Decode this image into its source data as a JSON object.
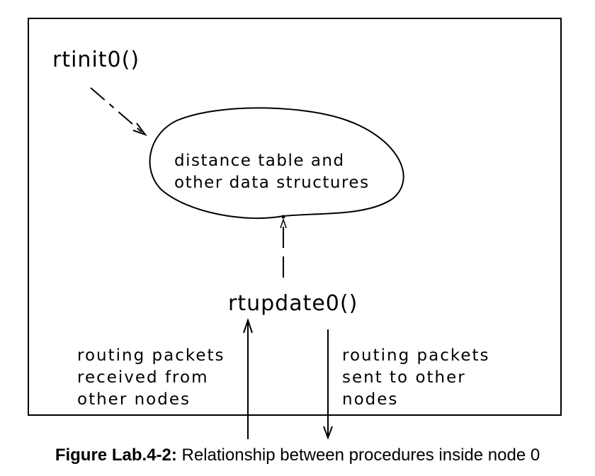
{
  "diagram": {
    "nodes": {
      "rtinit": {
        "label": "rtinit0()"
      },
      "data_store": {
        "line1": "distance table and",
        "line2": "other data structures"
      },
      "rtupdate": {
        "label": "rtupdate0()"
      }
    },
    "annotations": {
      "received": {
        "line1": "routing packets",
        "line2": "received from",
        "line3": "other nodes"
      },
      "sent": {
        "line1": "routing packets",
        "line2": "sent to other",
        "line3": "nodes"
      }
    },
    "edges": [
      {
        "from": "rtinit",
        "to": "data_store",
        "style": "dashed"
      },
      {
        "from": "rtupdate",
        "to": "data_store",
        "style": "dashed"
      },
      {
        "from": "received",
        "to": "rtupdate",
        "style": "solid"
      },
      {
        "from": "rtupdate",
        "to": "sent",
        "style": "solid"
      }
    ]
  },
  "caption": {
    "lead": "Figure Lab.4-2:",
    "text": " Relationship between procedures inside node 0"
  }
}
